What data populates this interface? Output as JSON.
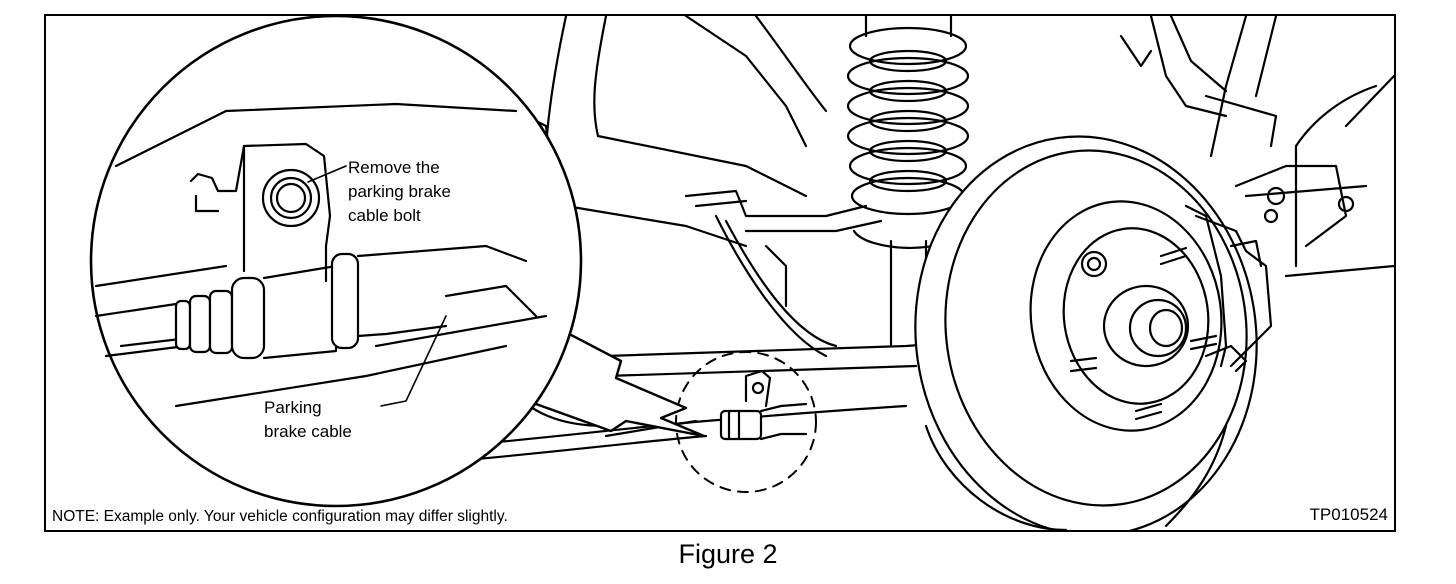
{
  "figure": {
    "callouts": {
      "bolt_line1": "Remove the",
      "bolt_line2": "parking brake",
      "bolt_line3": "cable bolt",
      "cable_line1": "Parking",
      "cable_line2": "brake cable"
    },
    "note": "NOTE:  Example only.  Your vehicle configuration may differ slightly.",
    "reference_code": "TP010524",
    "caption": "Figure 2"
  }
}
